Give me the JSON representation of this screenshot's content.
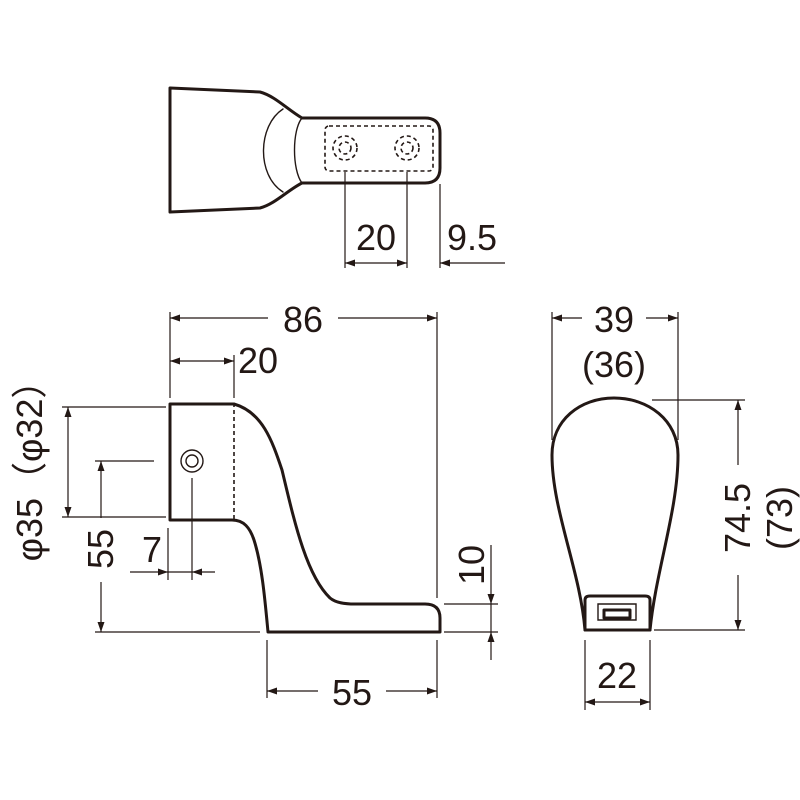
{
  "colors": {
    "ink": "#231815",
    "paper": "#ffffff"
  },
  "dimensions": {
    "top_hole_pitch": "20",
    "top_edge_offset": "9.5",
    "overall_length": "86",
    "socket_depth": "20",
    "pipe_diameter": "φ35（φ32）",
    "center_height": "55",
    "screw_offset": "7",
    "base_thickness": "10",
    "base_length": "55",
    "width_main": "39",
    "width_alt": "(36)",
    "height_main": "74.5",
    "height_alt": "(73)",
    "foot_width": "22"
  }
}
